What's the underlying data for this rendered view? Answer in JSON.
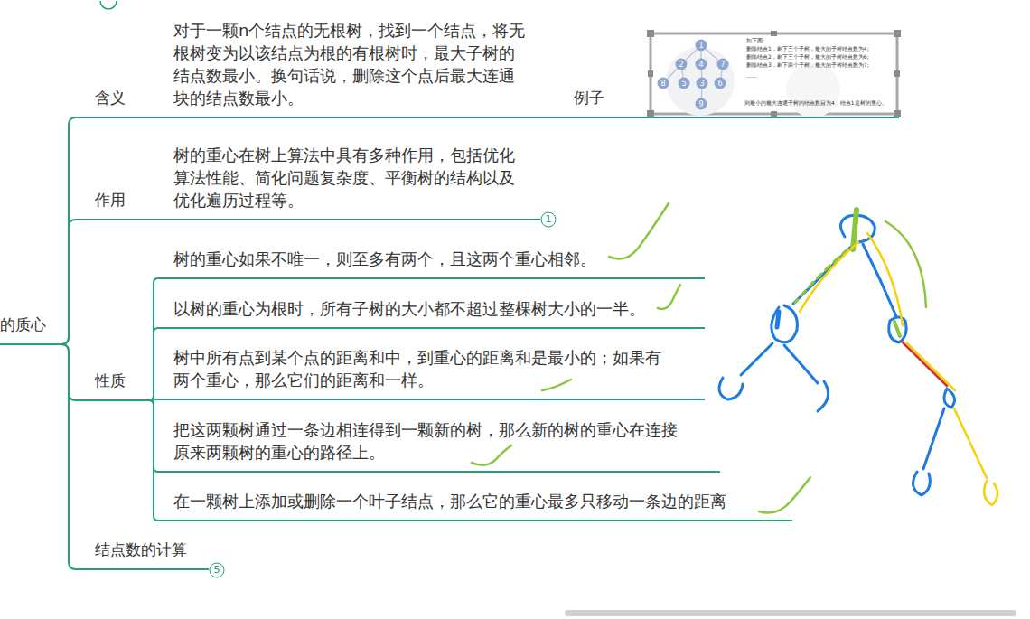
{
  "diagram": {
    "nodes": [
      {
        "text": [
          "的质心"
        ]
      },
      {
        "text": [
          "含义"
        ]
      },
      {
        "text": [
          "对于一颗n个结点的无根树，找到一个结点，将无根树变为以该结点为根的有根树时，最大子树的结点数最小。换句话说，删除这个点后最大连通块的结点数最小。"
        ]
      },
      {
        "text": [
          "例子"
        ]
      },
      {
        "text": [
          "作用"
        ]
      },
      {
        "text": [
          "树的重心在树上算法中具有多种作用，包括优化算法性能、简化问题复杂度、平衡树的结构以及优化遍历过程等。"
        ]
      },
      {
        "text": [
          "性质"
        ]
      },
      {
        "text": [
          "树的重心如果不唯一，则至多有两个，且这两个重心相邻。"
        ]
      },
      {
        "text": [
          "以树的重心为根时，所有子树的大小都不超过整棵树大小的一半。"
        ]
      },
      {
        "text": [
          "树中所有点到某个点的距离和中，到重心的距离和是最小的；如果有两个重心，那么它们的距离和一样。"
        ]
      },
      {
        "text": [
          "把这两颗树通过一条边相连得到一颗新的树，那么新的树的重心在连接原来两颗树的重心的路径上。"
        ]
      },
      {
        "text": [
          "在一颗树上添加或删除一个叶子结点，那么它的重心最多只移动一条边的距离"
        ]
      },
      {
        "text": [
          "结点数的计算"
        ]
      }
    ],
    "edges": [
      {
        "from": 0,
        "to": 1,
        "arrow": "none"
      },
      {
        "from": 1,
        "to": 2,
        "arrow": "none"
      },
      {
        "from": 2,
        "to": 3,
        "arrow": "none"
      },
      {
        "from": 0,
        "to": 4,
        "arrow": "none"
      },
      {
        "from": 4,
        "to": 5,
        "arrow": "none"
      },
      {
        "from": 0,
        "to": 6,
        "arrow": "none"
      },
      {
        "from": 6,
        "to": 7,
        "arrow": "none"
      },
      {
        "from": 6,
        "to": 8,
        "arrow": "none"
      },
      {
        "from": 6,
        "to": 9,
        "arrow": "none"
      },
      {
        "from": 6,
        "to": 10,
        "arrow": "none"
      },
      {
        "from": 6,
        "to": 11,
        "arrow": "none"
      },
      {
        "from": 0,
        "to": 12,
        "arrow": "none"
      }
    ],
    "labels": [
      "1",
      "2",
      "4",
      "7",
      "8",
      "5",
      "3",
      "6",
      "9",
      "如下图:",
      "删除结点1，剩下三个子树，最大的子树结点数为4;",
      "删除结点2，剩下三个子树，最大的子树结点数为6;",
      "删除结点3，剩下两个子树，最大的子树结点数为7;",
      "......",
      "则最小的最大连通子树的结点数目为4，结点1是树的重心。",
      "1",
      "5"
    ]
  }
}
